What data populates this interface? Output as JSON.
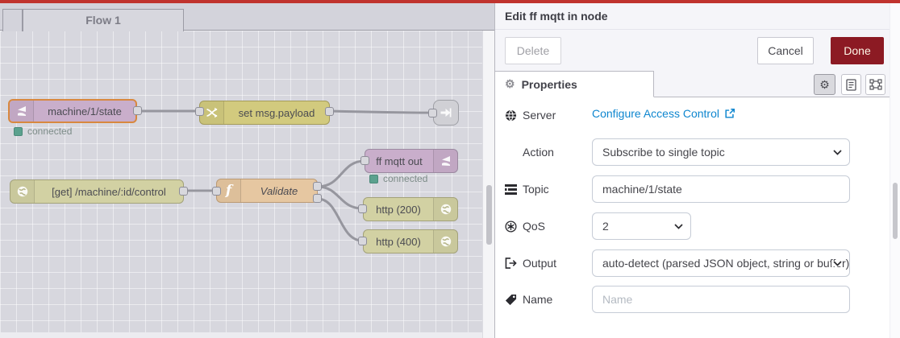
{
  "colors": {
    "top_bar": "#c0332e",
    "done_button": "#8c1a23",
    "link_blue": "#0e86cf",
    "selected_node_border": "#d8883f",
    "status_green": "#5ba18e"
  },
  "flow": {
    "tab_label": "Flow 1",
    "nodes": {
      "mqtt_in": {
        "label": "machine/1/state",
        "status": "connected"
      },
      "change": {
        "label": "set msg.payload"
      },
      "http_in": {
        "label": "[get] /machine/:id/control"
      },
      "function": {
        "label": "Validate"
      },
      "mqtt_out": {
        "label": "ff mqtt out",
        "status": "connected"
      },
      "http_res_200": {
        "label": "http (200)"
      },
      "http_res_400": {
        "label": "http (400)"
      }
    }
  },
  "panel": {
    "title": "Edit ff mqtt in node",
    "delete_label": "Delete",
    "cancel_label": "Cancel",
    "done_label": "Done",
    "tab_label": "Properties",
    "fields": {
      "server": {
        "label": "Server",
        "link": "Configure Access Control"
      },
      "action": {
        "label": "Action",
        "value": "Subscribe to single topic"
      },
      "topic": {
        "label": "Topic",
        "value": "machine/1/state"
      },
      "qos": {
        "label": "QoS",
        "value": "2"
      },
      "output": {
        "label": "Output",
        "value": "auto-detect (parsed JSON object, string or buffer)"
      },
      "name": {
        "label": "Name",
        "placeholder": "Name"
      }
    }
  }
}
